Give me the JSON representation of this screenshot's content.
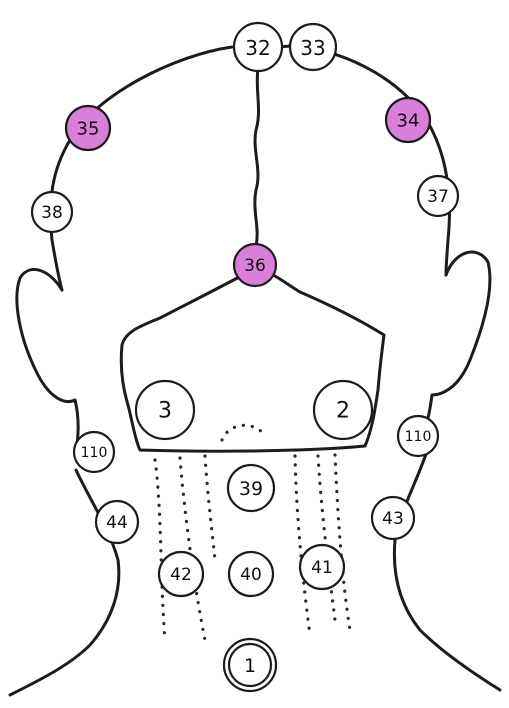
{
  "colors": {
    "highlight": "#d97fd9",
    "plain": "#ffffff",
    "line": "#1c1c1c"
  },
  "points": [
    {
      "id": "p32",
      "label": "32",
      "highlighted": false
    },
    {
      "id": "p33",
      "label": "33",
      "highlighted": false
    },
    {
      "id": "p35",
      "label": "35",
      "highlighted": true
    },
    {
      "id": "p34",
      "label": "34",
      "highlighted": true
    },
    {
      "id": "p38",
      "label": "38",
      "highlighted": false
    },
    {
      "id": "p37",
      "label": "37",
      "highlighted": false
    },
    {
      "id": "p36",
      "label": "36",
      "highlighted": true
    },
    {
      "id": "p3",
      "label": "3",
      "highlighted": false
    },
    {
      "id": "p2",
      "label": "2",
      "highlighted": false
    },
    {
      "id": "p110l",
      "label": "110",
      "highlighted": false
    },
    {
      "id": "p110r",
      "label": "110",
      "highlighted": false
    },
    {
      "id": "p39",
      "label": "39",
      "highlighted": false
    },
    {
      "id": "p44",
      "label": "44",
      "highlighted": false
    },
    {
      "id": "p43",
      "label": "43",
      "highlighted": false
    },
    {
      "id": "p42",
      "label": "42",
      "highlighted": false
    },
    {
      "id": "p40",
      "label": "40",
      "highlighted": false
    },
    {
      "id": "p41",
      "label": "41",
      "highlighted": false
    },
    {
      "id": "p1",
      "label": "1",
      "highlighted": false
    }
  ]
}
